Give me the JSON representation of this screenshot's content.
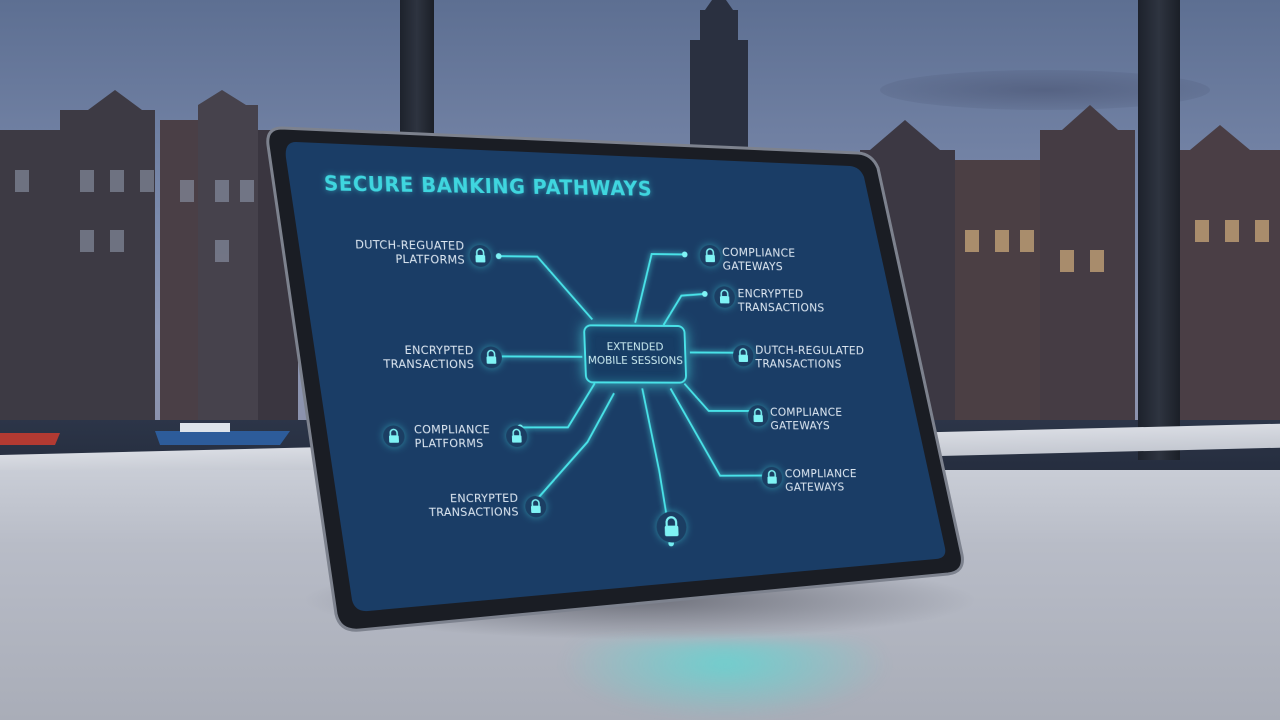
{
  "screen": {
    "title": "SECURE BANKING PATHWAYS",
    "hub_label": "EXTENDED MOBILE SESSIONS",
    "nodes": {
      "left_1": "DUTCH-REGUATED PLATFORMS",
      "left_2": "ENCRYPTED TRANSACTIONS",
      "left_3": "COMPLIANCE PLATFORMS",
      "left_4": "ENCRYPTED TRANSACTIONS",
      "right_1": "COMPLIANCE GATEWAYS",
      "right_2": "ENCRYPTED TRANSACTIONS",
      "right_3": "DUTCH-REGULATED TRANSACTIONS",
      "right_4": "COMPLIANCE GATEWAYS",
      "right_5": "COMPLIANCE GATEWAYS"
    },
    "accent_color": "#3fd6df",
    "screen_color": "#1a3d66",
    "icon": "padlock-icon"
  }
}
